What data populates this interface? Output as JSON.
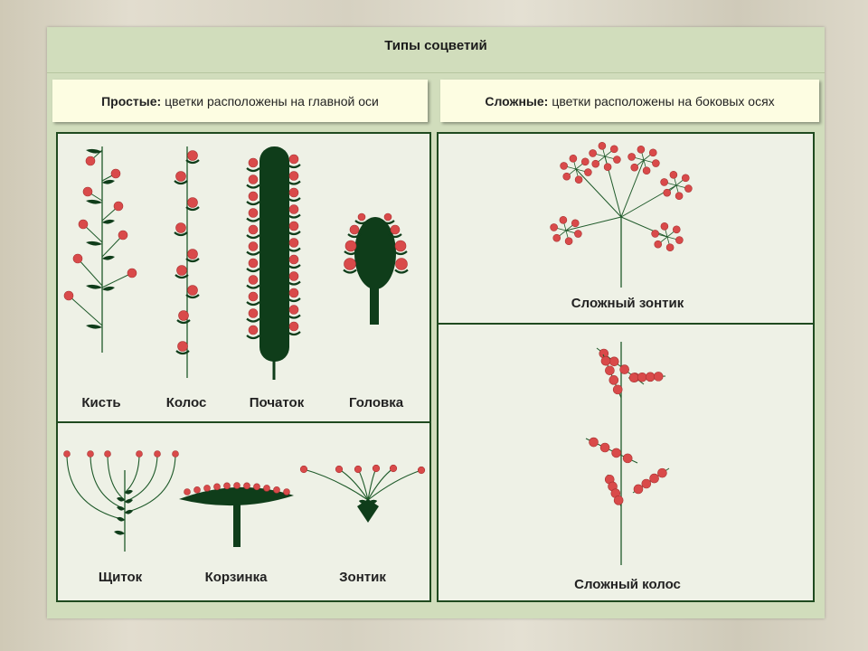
{
  "title": "Типы соцветий",
  "simple": {
    "head": "Простые:",
    "text": "цветки расположены на главной оси"
  },
  "complex": {
    "head": "Сложные:",
    "text": "цветки расположены на боковых осях"
  },
  "simple_types": [
    "Кисть",
    "Колос",
    "Початок",
    "Головка",
    "Щиток",
    "Корзинка",
    "Зонтик"
  ],
  "complex_types": [
    "Сложный зонтик",
    "Сложный колос"
  ],
  "colors": {
    "flower": "#d94a4a",
    "stem": "#1f5a2a",
    "dark": "#0f3d1a"
  }
}
